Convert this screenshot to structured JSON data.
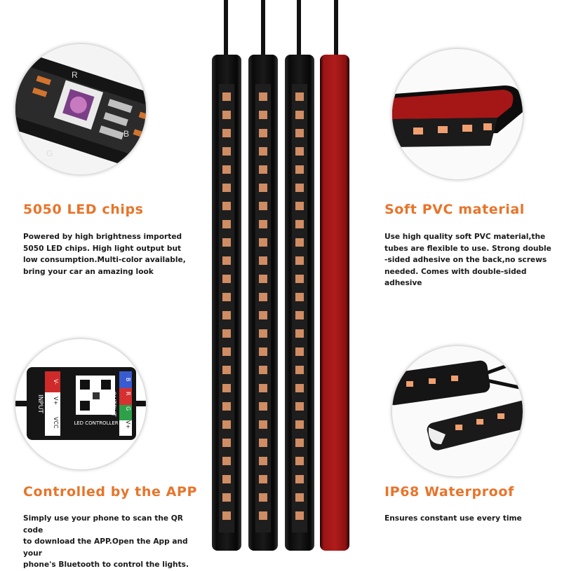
{
  "features": {
    "chips": {
      "title": "5050 LED chips",
      "lines": [
        "Powered by high brightness imported",
        "5050 LED chips.  High light output but",
        "low consumption.Multi-color available,",
        "bring your car an amazing look"
      ]
    },
    "pvc": {
      "title": "Soft PVC material",
      "lines": [
        "Use high quality soft PVC material,the",
        "tubes are flexible to use. Strong double",
        "-sided adhesive on the back,no screws",
        "needed. Comes with double-sided adhesive"
      ]
    },
    "app": {
      "title": "Controlled by the APP",
      "lines": [
        "Simply use your phone to scan the QR code",
        "to download the APP.Open the App and your",
        "phone's Bluetooth to control the lights."
      ]
    },
    "waterproof": {
      "title": "IP68 Waterproof",
      "lines": [
        "Ensures constant use every time"
      ]
    }
  },
  "chip_labels": {
    "r": "R",
    "g": "G",
    "b": "B"
  },
  "controller": {
    "input_label": "INPUT",
    "output_label": "OUTPUT",
    "input_pins": [
      "V-",
      "V+",
      "VCC"
    ],
    "output_pins": [
      "B",
      "R",
      "G",
      "V+"
    ],
    "name": "LED CONTROLLER"
  },
  "colors": {
    "accent": "#e8742a",
    "strip": "#111111",
    "adhesive": "#a01818",
    "led": "#f0a070"
  }
}
